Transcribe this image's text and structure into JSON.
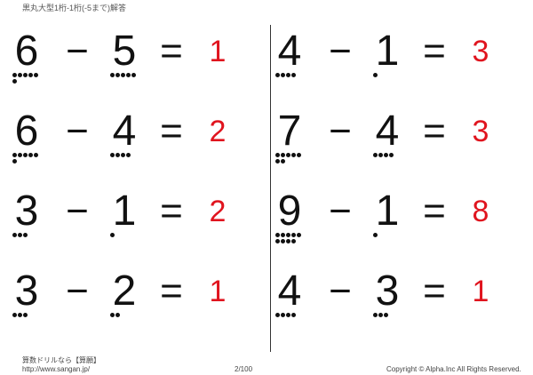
{
  "header": {
    "title": "黒丸大型1桁-1桁(-5まで)解答"
  },
  "problems": [
    {
      "a": 6,
      "b": 5,
      "answer": 1,
      "col": 0,
      "row": 0
    },
    {
      "a": 4,
      "b": 1,
      "answer": 3,
      "col": 1,
      "row": 0
    },
    {
      "a": 6,
      "b": 4,
      "answer": 2,
      "col": 0,
      "row": 1
    },
    {
      "a": 7,
      "b": 4,
      "answer": 3,
      "col": 1,
      "row": 1
    },
    {
      "a": 3,
      "b": 1,
      "answer": 2,
      "col": 0,
      "row": 2
    },
    {
      "a": 9,
      "b": 1,
      "answer": 8,
      "col": 1,
      "row": 2
    },
    {
      "a": 3,
      "b": 2,
      "answer": 1,
      "col": 0,
      "row": 3
    },
    {
      "a": 4,
      "b": 3,
      "answer": 1,
      "col": 1,
      "row": 3
    }
  ],
  "symbols": {
    "minus": "−",
    "equals": "="
  },
  "colors": {
    "answer": "#e0141e",
    "text": "#111111"
  },
  "footer": {
    "brand": "算数ドリルなら【算願】",
    "url": "http://www.sangan.jp/",
    "page": "2/100",
    "copyright": "Copyright © Alpha.Inc All Rights Reserved."
  }
}
